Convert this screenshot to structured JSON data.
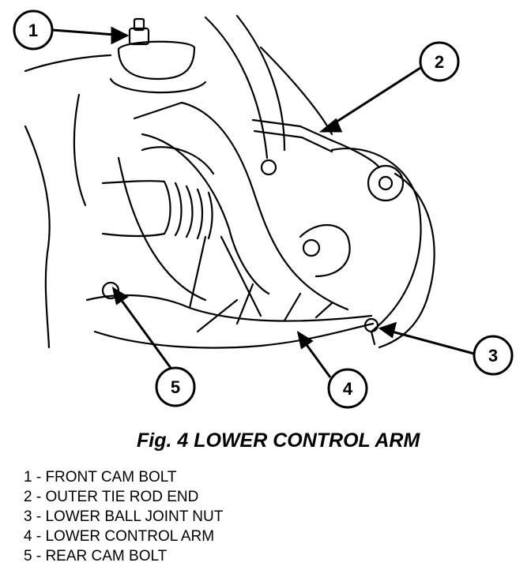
{
  "callouts": [
    {
      "number": "1"
    },
    {
      "number": "2"
    },
    {
      "number": "3"
    },
    {
      "number": "4"
    },
    {
      "number": "5"
    }
  ],
  "caption": "Fig. 4 LOWER CONTROL ARM",
  "legend": [
    "1 - FRONT CAM BOLT",
    "2 - OUTER TIE ROD END",
    "3 - LOWER BALL JOINT NUT",
    "4 - LOWER CONTROL ARM",
    "5 - REAR CAM BOLT"
  ],
  "colors": {
    "ink": "#000000",
    "paper": "#ffffff"
  }
}
